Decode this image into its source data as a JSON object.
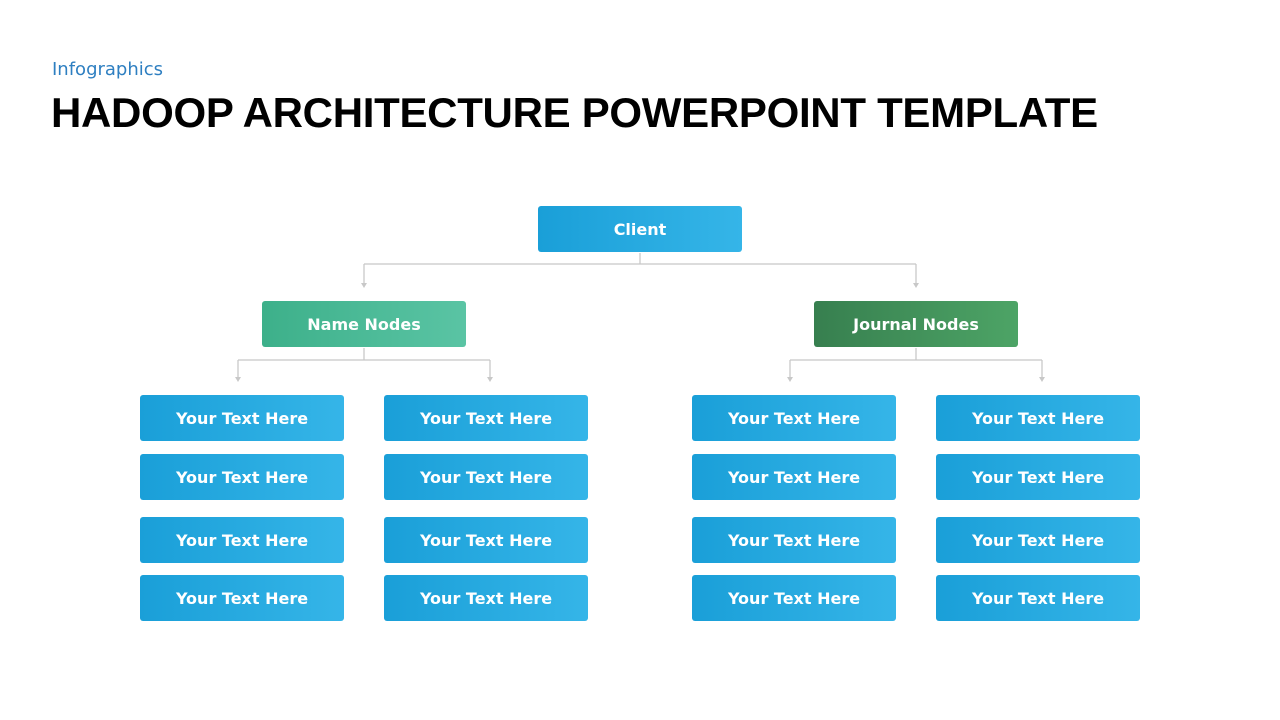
{
  "header": {
    "subtitle": "Infographics",
    "title": "HADOOP ARCHITECTURE POWERPOINT TEMPLATE"
  },
  "diagram": {
    "root": {
      "label": "Client",
      "color": "#1fa6dd"
    },
    "branches": [
      {
        "label": "Name Nodes",
        "color": "#4bbb96",
        "columns": [
          [
            "Your Text Here",
            "Your Text Here",
            "Your Text Here",
            "Your Text Here"
          ],
          [
            "Your Text Here",
            "Your Text Here",
            "Your Text Here",
            "Your Text Here"
          ]
        ]
      },
      {
        "label": "Journal Nodes",
        "color": "#3f8f58",
        "columns": [
          [
            "Your Text Here",
            "Your Text Here",
            "Your Text Here",
            "Your Text Here"
          ],
          [
            "Your Text Here",
            "Your Text Here",
            "Your Text Here",
            "Your Text Here"
          ]
        ]
      }
    ],
    "connector_color": "#c8c8c8"
  }
}
